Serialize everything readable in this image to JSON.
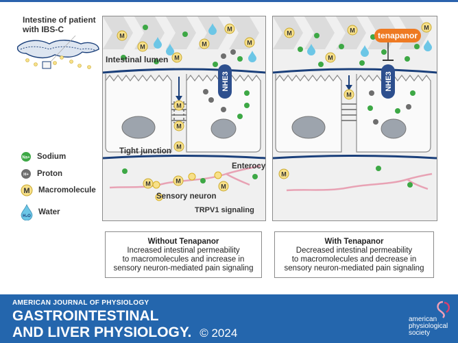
{
  "intro": {
    "line1": "Intestine of patient",
    "line2": "with IBS-C"
  },
  "legend": {
    "sodium": "Sodium",
    "proton": "Proton",
    "macromolecule": "Macromolecule",
    "water": "Water"
  },
  "symbols": {
    "na": "Na+",
    "h": "H+",
    "m": "M",
    "h2o": "H₂O"
  },
  "left_panel": {
    "lumen": "Intestinal lumen",
    "nhe3": "NHE3",
    "tight_junction": "Tight junction",
    "enterocyte": "Enterocyte",
    "sensory_neuron": "Sensory neuron",
    "trpv1": "TRPV1 signaling"
  },
  "right_panel": {
    "drug": "tenapanor",
    "nhe3": "NHE3"
  },
  "captions": {
    "left": {
      "title": "Without Tenapanor",
      "lines": [
        "Increased intestinal permeability",
        "to macromolecules and increase in",
        "sensory neuron-mediated pain signaling"
      ]
    },
    "right": {
      "title": "With Tenapanor",
      "lines": [
        "Decreased intestinal permeability",
        "to macromolecules and decrease in",
        "sensory neuron-mediated pain signaling"
      ]
    }
  },
  "footer": {
    "journal": "AMERICAN JOURNAL OF PHYSIOLOGY",
    "title1": "GASTROINTESTINAL",
    "title2": "AND LIVER PHYSIOLOGY.",
    "year": "© 2024",
    "society": [
      "american",
      "physiological",
      "society"
    ]
  },
  "colors": {
    "sodium": "#3da845",
    "proton": "#6e6e6e",
    "macro": "#f7e08a",
    "water": "#6cc6e6",
    "membrane": "#1a3f7a",
    "nhe3": "#2d4f8e",
    "tenapanor": "#ee7a22",
    "neuron": "#e8a2b4",
    "footer": "#2466ad"
  }
}
